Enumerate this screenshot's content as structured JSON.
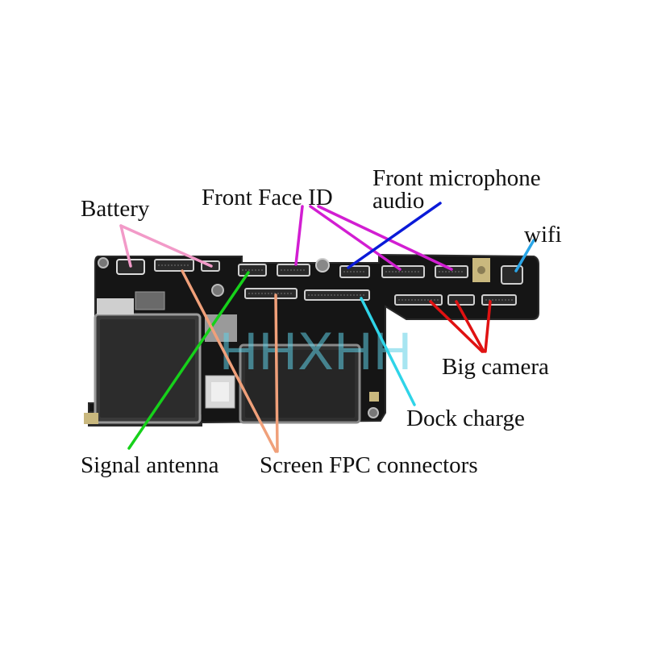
{
  "labels": {
    "battery": "Battery",
    "front_face_id": "Front Face ID",
    "front_microphone": "Front microphone",
    "audio": "audio",
    "wifi": "wifi",
    "big_camera": "Big camera",
    "dock_charge": "Dock charge",
    "signal_antenna": "Signal antenna",
    "screen_fpc": "Screen FPC connectors"
  },
  "watermark": "HHXHH",
  "colors": {
    "battery": "#f29ac8",
    "front_face_id": "#d21ed2",
    "front_microphone": "#0a1ad8",
    "wifi": "#2aa6e8",
    "big_camera": "#e01212",
    "dock_charge": "#2fd4e8",
    "signal_antenna": "#16d11a",
    "screen_fpc": "#f0a07a",
    "board": "#151515"
  }
}
